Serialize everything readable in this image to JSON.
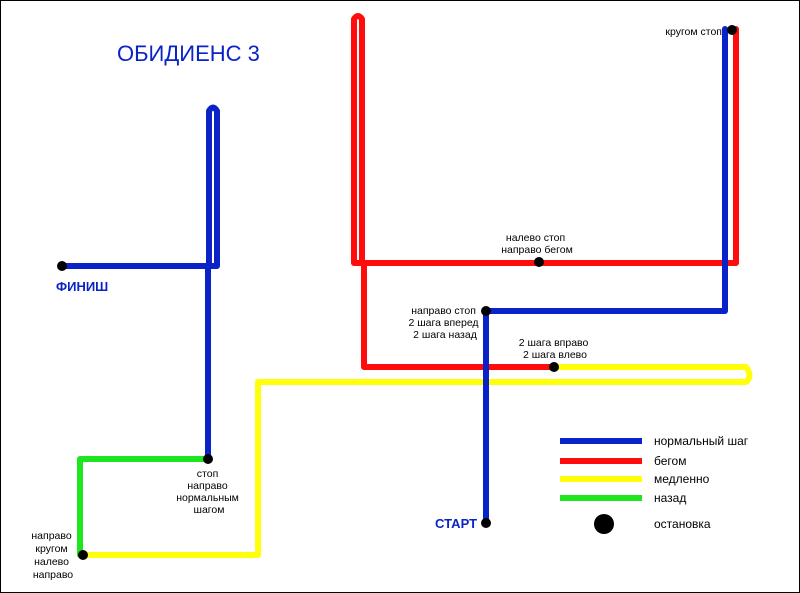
{
  "title": "ОБИДИЕНС 3",
  "colors": {
    "normal": "#0a23c8",
    "run": "#ff0d0d",
    "slow": "#ffff0a",
    "back": "#1ee61e",
    "stop": "#000000"
  },
  "labels": {
    "finish": "ФИНИШ",
    "start": "СТАРТ"
  },
  "notes": {
    "top_right": [
      "кругом стоп"
    ],
    "middle": [
      "налево стоп",
      "направо бегом"
    ],
    "right_stop": [
      "направо стоп",
      "2 шага вперед",
      "2 шага назад"
    ],
    "shift": [
      "2 шага вправо",
      "2 шага влево"
    ],
    "lower_left": [
      "стоп",
      "направо",
      "нормальным",
      "шагом"
    ],
    "corner": [
      "направо",
      "кругом",
      "налево",
      "направо"
    ]
  },
  "legend": [
    {
      "key": "normal",
      "label": "нормальный шаг"
    },
    {
      "key": "run",
      "label": "бегом"
    },
    {
      "key": "slow",
      "label": "медленно"
    },
    {
      "key": "back",
      "label": "назад"
    },
    {
      "key": "stop",
      "label": "остановка"
    }
  ]
}
